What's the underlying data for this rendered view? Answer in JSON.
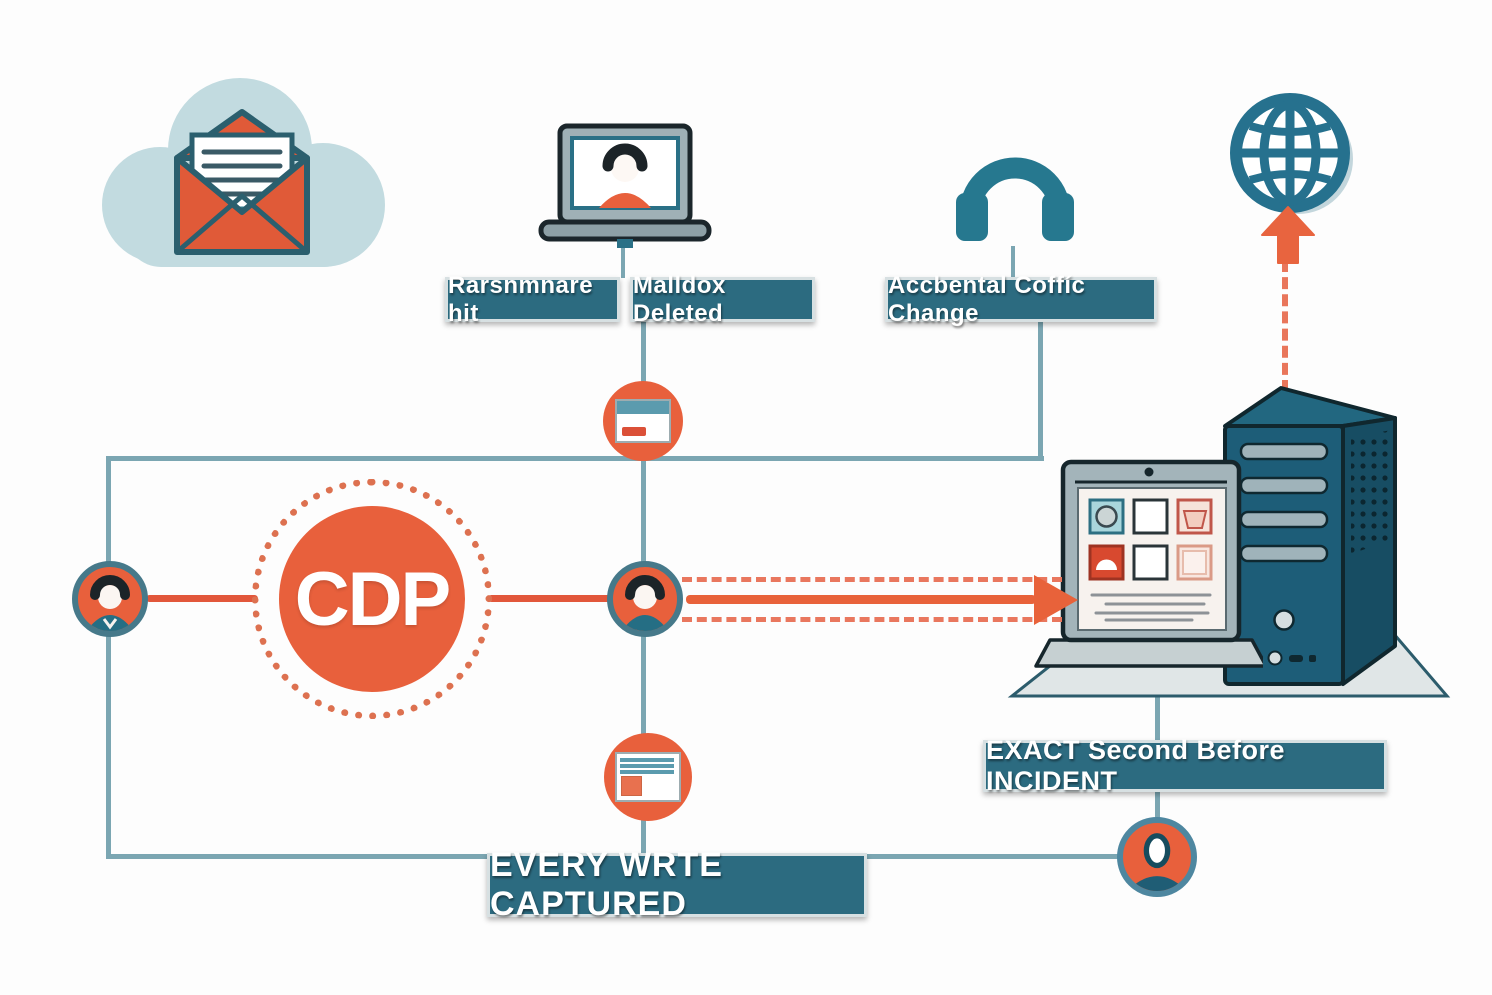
{
  "banners": {
    "ransomware": "Rarsnmnare hit",
    "mailbox": "Malldox Deleted",
    "config_change": "Accbental Coffíc Change",
    "incident": "EXACT Second Before INCIDENT",
    "captured": "EVERY WRTE CAPTURED"
  },
  "cdp_label": "CDP",
  "icons": {
    "cloud_email": "cloud-email-icon",
    "laptop_user": "laptop-user-icon",
    "headphones": "headphones-icon",
    "globe": "globe-icon",
    "up_arrow": "up-arrow-icon",
    "snapshot_card_top": "snapshot-card-icon",
    "snapshot_card_bottom": "snapshot-card-icon",
    "user_left": "user-avatar-icon",
    "user_center": "user-avatar-icon",
    "user_bottom": "user-avatar-icon",
    "backup_laptop": "backup-laptop-icon",
    "server_tower": "server-tower-icon"
  },
  "colors": {
    "accent_orange": "#E8603C",
    "orange_dash": "#E9765B",
    "teal_banner": "#2C6B80",
    "teal_icon": "#26788F",
    "teal_line": "#7BA6B2",
    "cloud_blue": "#C2DBE0",
    "server_teal": "#1D5D78",
    "platform_gray": "#E0E6E7"
  }
}
